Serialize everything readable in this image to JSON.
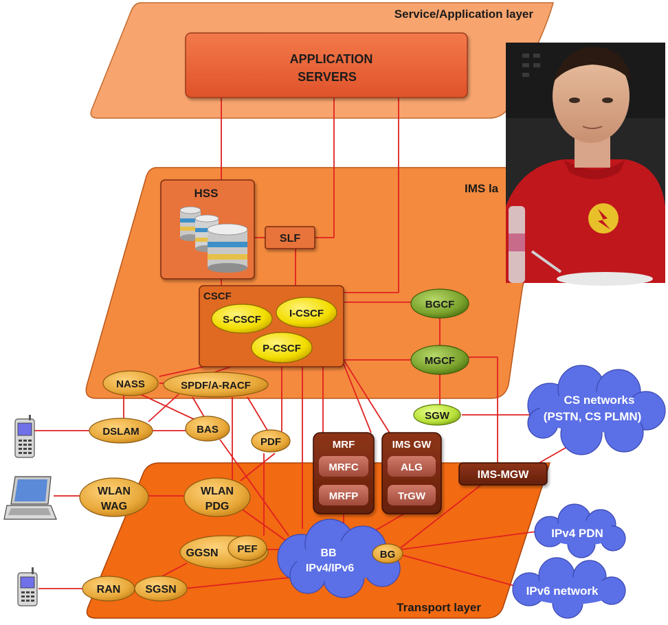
{
  "layers": {
    "service": "Service/Application layer",
    "ims": "IMS la",
    "transport": "Transport layer"
  },
  "nodes": {
    "app_servers_line1": "APPLICATION",
    "app_servers_line2": "SERVERS",
    "hss": "HSS",
    "slf": "SLF",
    "cscf": "CSCF",
    "s_cscf": "S-CSCF",
    "i_cscf": "I-CSCF",
    "p_cscf": "P-CSCF",
    "bgcf": "BGCF",
    "mgcf": "MGCF",
    "sgw": "SGW",
    "nass": "NASS",
    "spdf": "SPDF/A-RACF",
    "dslam": "DSLAM",
    "bas": "BAS",
    "pdf": "PDF",
    "mrf": "MRF",
    "mrfc": "MRFC",
    "mrfp": "MRFP",
    "ims_gw": "IMS GW",
    "alg": "ALG",
    "trgw": "TrGW",
    "ims_mgw": "IMS-MGW",
    "wlan_wag_line1": "WLAN",
    "wlan_wag_line2": "WAG",
    "wlan_pdg_line1": "WLAN",
    "wlan_pdg_line2": "PDG",
    "ggsn": "GGSN",
    "pef": "PEF",
    "bb_line1": "BB",
    "bb_line2": "IPv4/IPv6",
    "bg": "BG",
    "ran": "RAN",
    "sgsn": "SGSN"
  },
  "clouds": {
    "cs_line1": "CS networks",
    "cs_line2": "(PSTN, CS PLMN)",
    "ipv4": "IPv4 PDN",
    "ipv6": "IPv6 network"
  },
  "icons": [
    "mobile-phone-icon",
    "laptop-icon",
    "database-icon",
    "person-photo"
  ],
  "colors": {
    "service_layer": "#f7a46e",
    "ims_layer": "#f48a3e",
    "transport_layer": "#f26a12",
    "link": "#e02020",
    "yellow_node": "#e8b73a",
    "green_node": "#7aa22c",
    "dark_box": "#7a2a14",
    "cloud": "#5b6fe6"
  }
}
